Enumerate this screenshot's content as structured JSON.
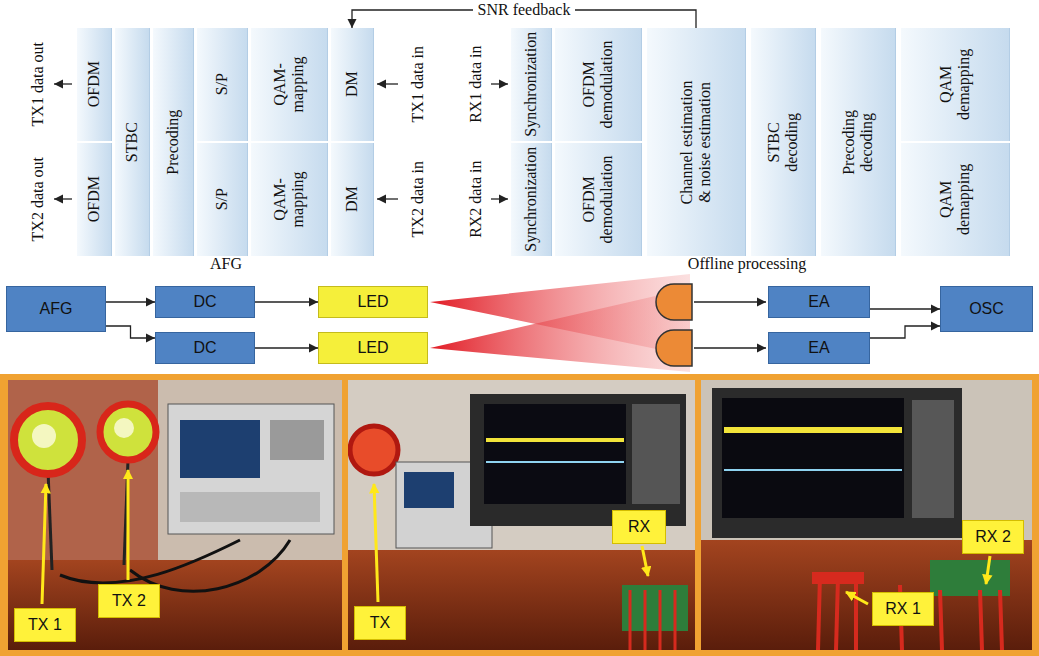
{
  "diagram": {
    "nodes": [
      {
        "text": [
          "AFG"
        ]
      },
      {
        "text": [
          "OFDM"
        ],
        "in": 0
      },
      {
        "text": [
          "OFDM"
        ],
        "in": 0
      },
      {
        "text": [
          "STBC"
        ],
        "in": 0
      },
      {
        "text": [
          "Precoding"
        ],
        "in": 0
      },
      {
        "text": [
          "S/P"
        ],
        "in": 0
      },
      {
        "text": [
          "S/P"
        ],
        "in": 0
      },
      {
        "text": [
          "QAM- mapping"
        ],
        "in": 0
      },
      {
        "text": [
          "QAM- mapping"
        ],
        "in": 0
      },
      {
        "text": [
          "DM"
        ],
        "in": 0
      },
      {
        "text": [
          "DM"
        ],
        "in": 0
      },
      {
        "text": [
          "Offline processing"
        ]
      },
      {
        "text": [
          "Synchronization"
        ],
        "in": 11
      },
      {
        "text": [
          "Synchronization"
        ],
        "in": 11
      },
      {
        "text": [
          "OFDM demodulation"
        ],
        "in": 11
      },
      {
        "text": [
          "OFDM demodulation"
        ],
        "in": 11
      },
      {
        "text": [
          "Channel estimation & noise estimation"
        ],
        "in": 11
      },
      {
        "text": [
          "STBC decoding"
        ],
        "in": 11
      },
      {
        "text": [
          "Precoding decoding"
        ],
        "in": 11
      },
      {
        "text": [
          "QAM demapping"
        ],
        "in": 11
      },
      {
        "text": [
          "QAM demapping"
        ],
        "in": 11
      },
      {
        "text": [
          "AFG"
        ]
      },
      {
        "text": [
          "DC"
        ]
      },
      {
        "text": [
          "DC"
        ]
      },
      {
        "text": [
          "LED"
        ]
      },
      {
        "text": [
          "LED"
        ]
      },
      {
        "text": [
          "EA"
        ]
      },
      {
        "text": [
          "EA"
        ]
      },
      {
        "text": [
          "OSC"
        ]
      },
      {
        "text": [
          "TX 1"
        ]
      },
      {
        "text": [
          "TX 2"
        ]
      },
      {
        "text": [
          "TX"
        ]
      },
      {
        "text": [
          "RX"
        ]
      },
      {
        "text": [
          "RX 1"
        ]
      },
      {
        "text": [
          "RX 2"
        ]
      }
    ],
    "edges": [
      {
        "from": 16,
        "to": 9,
        "label": "SNR feedback",
        "arrow": "to"
      },
      {
        "from": 21,
        "to": 22,
        "arrow": "to"
      },
      {
        "from": 21,
        "to": 23,
        "arrow": "to"
      },
      {
        "from": 22,
        "to": 24,
        "arrow": "to"
      },
      {
        "from": 23,
        "to": 25,
        "arrow": "to"
      },
      {
        "from": 26,
        "to": 28,
        "arrow": "to"
      },
      {
        "from": 27,
        "to": 28,
        "arrow": "to"
      }
    ],
    "labels": [
      "TX1 data out",
      "TX2 data out",
      "TX1 data in",
      "TX2 data in",
      "RX1 data in",
      "RX2 data in"
    ]
  }
}
